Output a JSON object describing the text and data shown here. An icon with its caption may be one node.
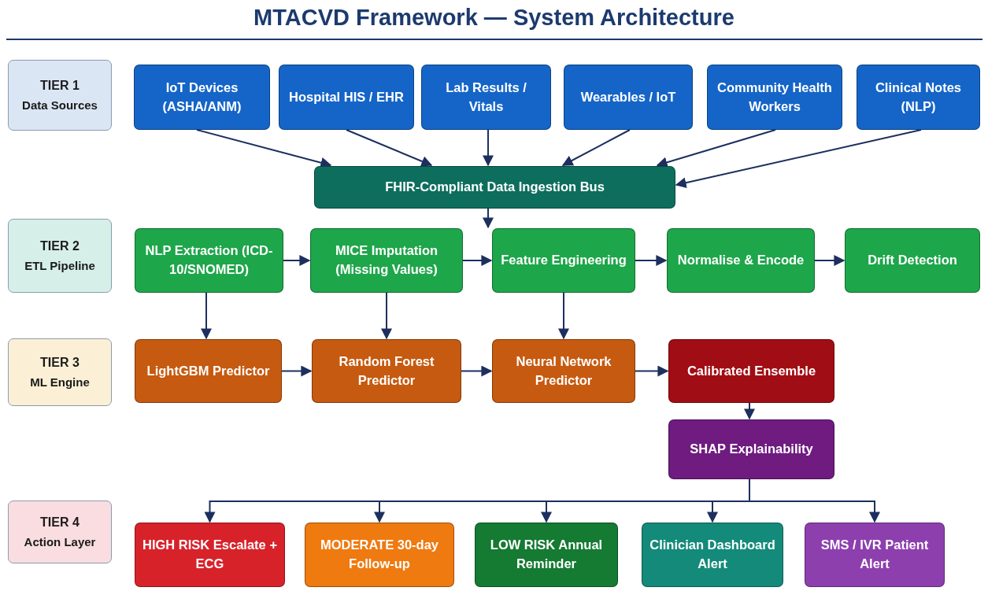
{
  "diagram": {
    "title": "MTACVD Framework — System Architecture",
    "nodes": [
      {
        "text": [
          "TIER 1",
          "Data Sources"
        ]
      },
      {
        "text": [
          "IoT Devices (ASHA/ANM)"
        ]
      },
      {
        "text": [
          "Hospital HIS / EHR"
        ]
      },
      {
        "text": [
          "Lab Results / Vitals"
        ]
      },
      {
        "text": [
          "Wearables / IoT"
        ]
      },
      {
        "text": [
          "Community Health Workers"
        ]
      },
      {
        "text": [
          "Clinical Notes (NLP)"
        ]
      },
      {
        "text": [
          "FHIR-Compliant Data Ingestion Bus"
        ]
      },
      {
        "text": [
          "TIER 2",
          "ETL Pipeline"
        ]
      },
      {
        "text": [
          "NLP Extraction (ICD-10/SNOMED)"
        ]
      },
      {
        "text": [
          "MICE Imputation (Missing Values)"
        ]
      },
      {
        "text": [
          "Feature Engineering"
        ]
      },
      {
        "text": [
          "Normalise & Encode"
        ]
      },
      {
        "text": [
          "Drift Detection"
        ]
      },
      {
        "text": [
          "TIER 3",
          "ML Engine"
        ]
      },
      {
        "text": [
          "LightGBM Predictor"
        ]
      },
      {
        "text": [
          "Random Forest Predictor"
        ]
      },
      {
        "text": [
          "Neural Network Predictor"
        ]
      },
      {
        "text": [
          "Calibrated Ensemble"
        ]
      },
      {
        "text": [
          "SHAP Explainability"
        ]
      },
      {
        "text": [
          "TIER 4",
          "Action Layer"
        ]
      },
      {
        "text": [
          "HIGH RISK Escalate + ECG"
        ]
      },
      {
        "text": [
          "MODERATE 30-day Follow-up"
        ]
      },
      {
        "text": [
          "LOW RISK Annual Reminder"
        ]
      },
      {
        "text": [
          "Clinician Dashboard Alert"
        ]
      },
      {
        "text": [
          "SMS / IVR Patient Alert"
        ]
      }
    ],
    "edges": [
      {
        "from": 1,
        "to": 7,
        "arrow": "to"
      },
      {
        "from": 2,
        "to": 7,
        "arrow": "to"
      },
      {
        "from": 3,
        "to": 7,
        "arrow": "to"
      },
      {
        "from": 4,
        "to": 7,
        "arrow": "to"
      },
      {
        "from": 5,
        "to": 7,
        "arrow": "to"
      },
      {
        "from": 6,
        "to": 7,
        "arrow": "to"
      },
      {
        "from": 7,
        "to": 11,
        "arrow": "to"
      },
      {
        "from": 9,
        "to": 10,
        "arrow": "to"
      },
      {
        "from": 10,
        "to": 11,
        "arrow": "to"
      },
      {
        "from": 11,
        "to": 12,
        "arrow": "to"
      },
      {
        "from": 12,
        "to": 13,
        "arrow": "to"
      },
      {
        "from": 9,
        "to": 15,
        "arrow": "to"
      },
      {
        "from": 10,
        "to": 16,
        "arrow": "to"
      },
      {
        "from": 11,
        "to": 17,
        "arrow": "to"
      },
      {
        "from": 15,
        "to": 16,
        "arrow": "to"
      },
      {
        "from": 16,
        "to": 17,
        "arrow": "to"
      },
      {
        "from": 17,
        "to": 18,
        "arrow": "to"
      },
      {
        "from": 18,
        "to": 19,
        "arrow": "to"
      },
      {
        "from": 19,
        "to": 21,
        "arrow": "to"
      },
      {
        "from": 19,
        "to": 22,
        "arrow": "to"
      },
      {
        "from": 19,
        "to": 23,
        "arrow": "to"
      },
      {
        "from": 19,
        "to": 24,
        "arrow": "to"
      },
      {
        "from": 19,
        "to": 25,
        "arrow": "to"
      }
    ]
  }
}
